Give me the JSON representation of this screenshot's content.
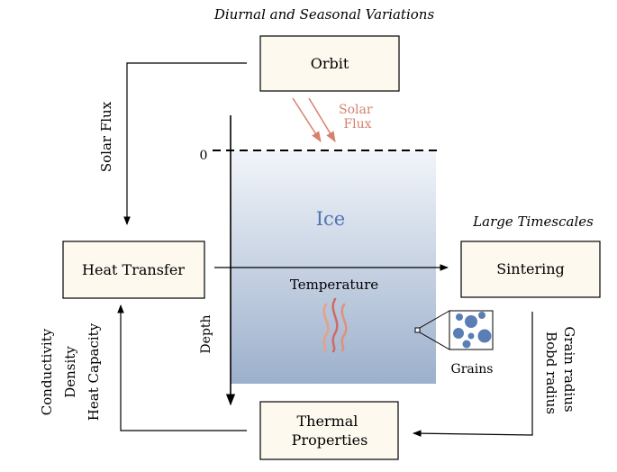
{
  "title": "Diurnal and Seasonal Variations",
  "boxes": {
    "orbit": "Orbit",
    "heat_transfer": "Heat Transfer",
    "sintering": "Sintering",
    "thermal_properties": [
      "Thermal",
      "Properties"
    ]
  },
  "labels": {
    "solar_flux_vertical": "Solar Flux",
    "solar_flux_small": [
      "Solar",
      "Flux"
    ],
    "zero": "0",
    "ice": "Ice",
    "temperature": "Temperature",
    "depth": "Depth",
    "grains": "Grains",
    "large_timescales": "Large Timescales",
    "thermal_props_list": [
      "Conductivity",
      "Density",
      "Heat Capacity"
    ],
    "grain_params": [
      "Grain radius",
      "Bobd radius"
    ]
  },
  "colors": {
    "box_fill": "#fdf9ee",
    "solar": "#d4826e",
    "ice_text": "#4f74b3",
    "ice_top": "#f2f5fa",
    "ice_bottom": "#9cb0cc",
    "grain": "#5a7db5",
    "wave": [
      "#e8a088",
      "#cf6a64",
      "#e0907a"
    ]
  }
}
